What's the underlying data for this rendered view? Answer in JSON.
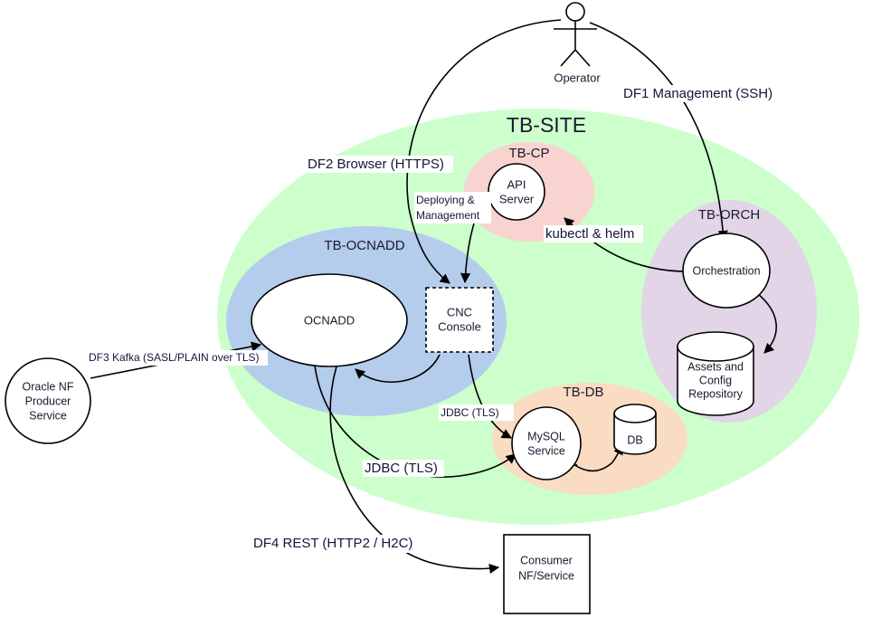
{
  "diagram": {
    "title": "TB-SITE",
    "zones": [
      {
        "id": "site",
        "label": "TB-SITE",
        "color": "#ccffcc"
      },
      {
        "id": "cp",
        "label": "TB-CP",
        "color": "#f8d3d0"
      },
      {
        "id": "ocnadd",
        "label": "TB-OCNADD",
        "color": "#b4cdec"
      },
      {
        "id": "orch",
        "label": "TB-ORCH",
        "color": "#e1d5e7"
      },
      {
        "id": "db",
        "label": "TB-DB",
        "color": "#fadcc3"
      }
    ],
    "actors": [
      {
        "id": "operator",
        "label": "Operator"
      }
    ],
    "nodes": [
      {
        "id": "api-server",
        "label": "API Server",
        "shape": "circle"
      },
      {
        "id": "cnc-console",
        "label": "CNC Console",
        "shape": "dashed-box"
      },
      {
        "id": "ocnadd",
        "label": "OCNADD",
        "shape": "ellipse"
      },
      {
        "id": "orchestration",
        "label": "Orchestration",
        "shape": "circle"
      },
      {
        "id": "assets-repo",
        "label": "Assets and Config Repository",
        "shape": "cylinder"
      },
      {
        "id": "mysql",
        "label": "MySQL Service",
        "shape": "circle"
      },
      {
        "id": "db",
        "label": "DB",
        "shape": "cylinder"
      },
      {
        "id": "producer",
        "label": "Oracle NF Producer Service",
        "shape": "circle"
      },
      {
        "id": "consumer",
        "label": "Consumer NF/Service",
        "shape": "box"
      }
    ],
    "node_text": {
      "api_server_l1": "API",
      "api_server_l2": "Server",
      "cnc_console_l1": "CNC",
      "cnc_console_l2": "Console",
      "ocnadd": "OCNADD",
      "orchestration": "Orchestration",
      "assets_l1": "Assets and",
      "assets_l2": "Config",
      "assets_l3": "Repository",
      "mysql_l1": "MySQL",
      "mysql_l2": "Service",
      "db": "DB",
      "producer_l1": "Oracle NF",
      "producer_l2": "Producer",
      "producer_l3": "Service",
      "consumer_l1": "Consumer",
      "consumer_l2": "NF/Service"
    },
    "edges": [
      {
        "id": "df1",
        "label": "DF1 Management (SSH)",
        "from": "operator",
        "to": "orchestration"
      },
      {
        "id": "df2",
        "label": "DF2 Browser (HTTPS)",
        "from": "operator",
        "to": "cnc-console"
      },
      {
        "id": "df3",
        "label": "DF3 Kafka (SASL/PLAIN over TLS)",
        "from": "producer",
        "to": "ocnadd"
      },
      {
        "id": "df4",
        "label": "DF4 REST (HTTP2 / H2C)",
        "from": "ocnadd",
        "to": "consumer"
      },
      {
        "id": "deploy",
        "label_l1": "Deploying &",
        "label_l2": "Management",
        "label": "Deploying & Management",
        "from": "api-server",
        "to": "cnc-console"
      },
      {
        "id": "kubectl",
        "label": "kubectl & helm",
        "from": "orchestration",
        "to": "api-server"
      },
      {
        "id": "jdbc1",
        "label": "JDBC (TLS)",
        "from": "cnc-console",
        "to": "mysql"
      },
      {
        "id": "jdbc2",
        "label": "JDBC (TLS)",
        "from": "ocnadd",
        "to": "mysql"
      }
    ]
  }
}
